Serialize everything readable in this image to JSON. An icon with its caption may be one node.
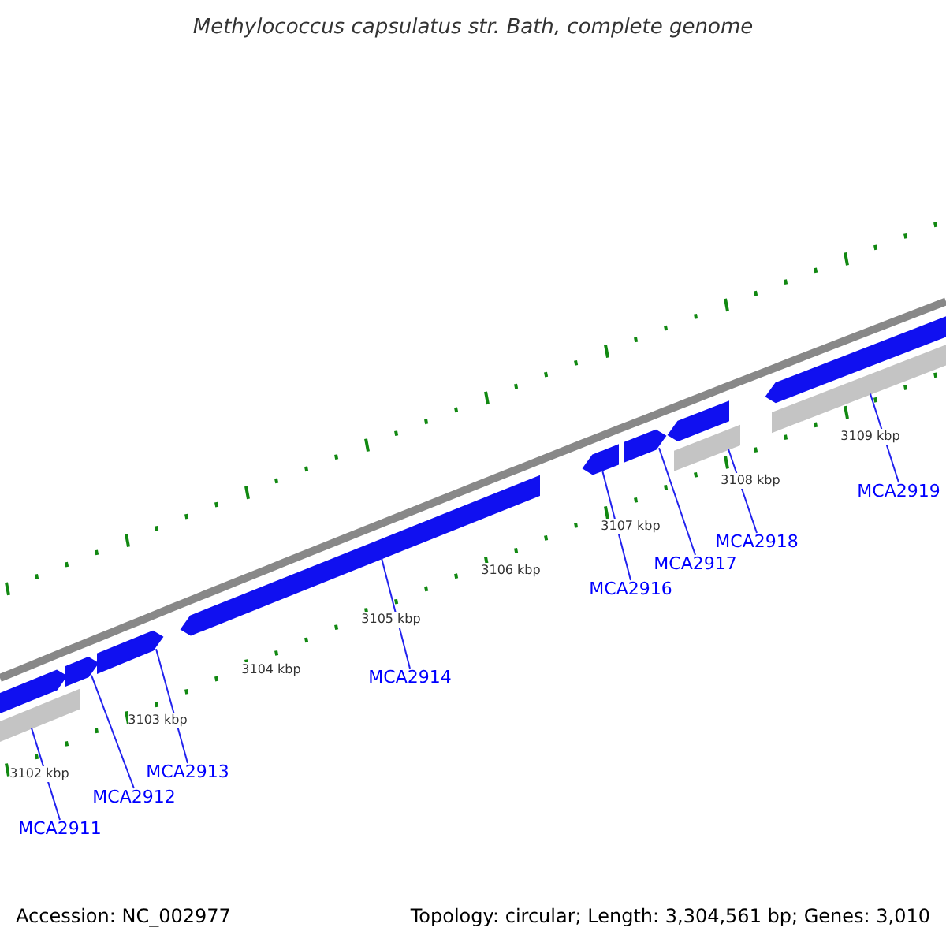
{
  "diagram": {
    "title": "Methylococcus capsulatus str. Bath, complete genome",
    "nodes": [
      {
        "text": [
          "MCA2911"
        ]
      },
      {
        "text": [
          "MCA2912"
        ]
      },
      {
        "text": [
          "MCA2913"
        ]
      },
      {
        "text": [
          "MCA2914"
        ]
      },
      {
        "text": [
          "MCA2916"
        ]
      },
      {
        "text": [
          "MCA2917"
        ]
      },
      {
        "text": [
          "MCA2918"
        ]
      },
      {
        "text": [
          "MCA2919"
        ]
      },
      {
        "text": [],
        "shape": "bar"
      },
      {
        "text": [],
        "shape": "bar"
      },
      {
        "text": [],
        "shape": "bar"
      },
      {
        "text": [],
        "shape": "bar"
      },
      {
        "text": [],
        "shape": "bar"
      },
      {
        "text": [],
        "shape": "bar"
      },
      {
        "text": [],
        "shape": "bar"
      },
      {
        "text": [],
        "shape": "bar"
      },
      {
        "text": [],
        "shape": "bar"
      },
      {
        "text": [],
        "shape": "bar"
      },
      {
        "text": [],
        "shape": "bar"
      }
    ],
    "edges": [
      {
        "from": 0,
        "to": 9,
        "arrow": "none"
      },
      {
        "from": 1,
        "to": 10,
        "arrow": "none"
      },
      {
        "from": 2,
        "to": 11,
        "arrow": "none"
      },
      {
        "from": 3,
        "to": 12,
        "arrow": "none"
      },
      {
        "from": 4,
        "to": 13,
        "arrow": "none"
      },
      {
        "from": 5,
        "to": 14,
        "arrow": "none"
      },
      {
        "from": 6,
        "to": 16,
        "arrow": "none"
      },
      {
        "from": 7,
        "to": 18,
        "arrow": "none"
      }
    ],
    "labels": [
      "3102 kbp",
      "3103 kbp",
      "3104 kbp",
      "3105 kbp",
      "3106 kbp",
      "3107 kbp",
      "3108 kbp",
      "3109 kbp",
      "Accession: NC_002977",
      "Topology: circular; Length: 3,304,561 bp; Genes: 3,010"
    ]
  }
}
